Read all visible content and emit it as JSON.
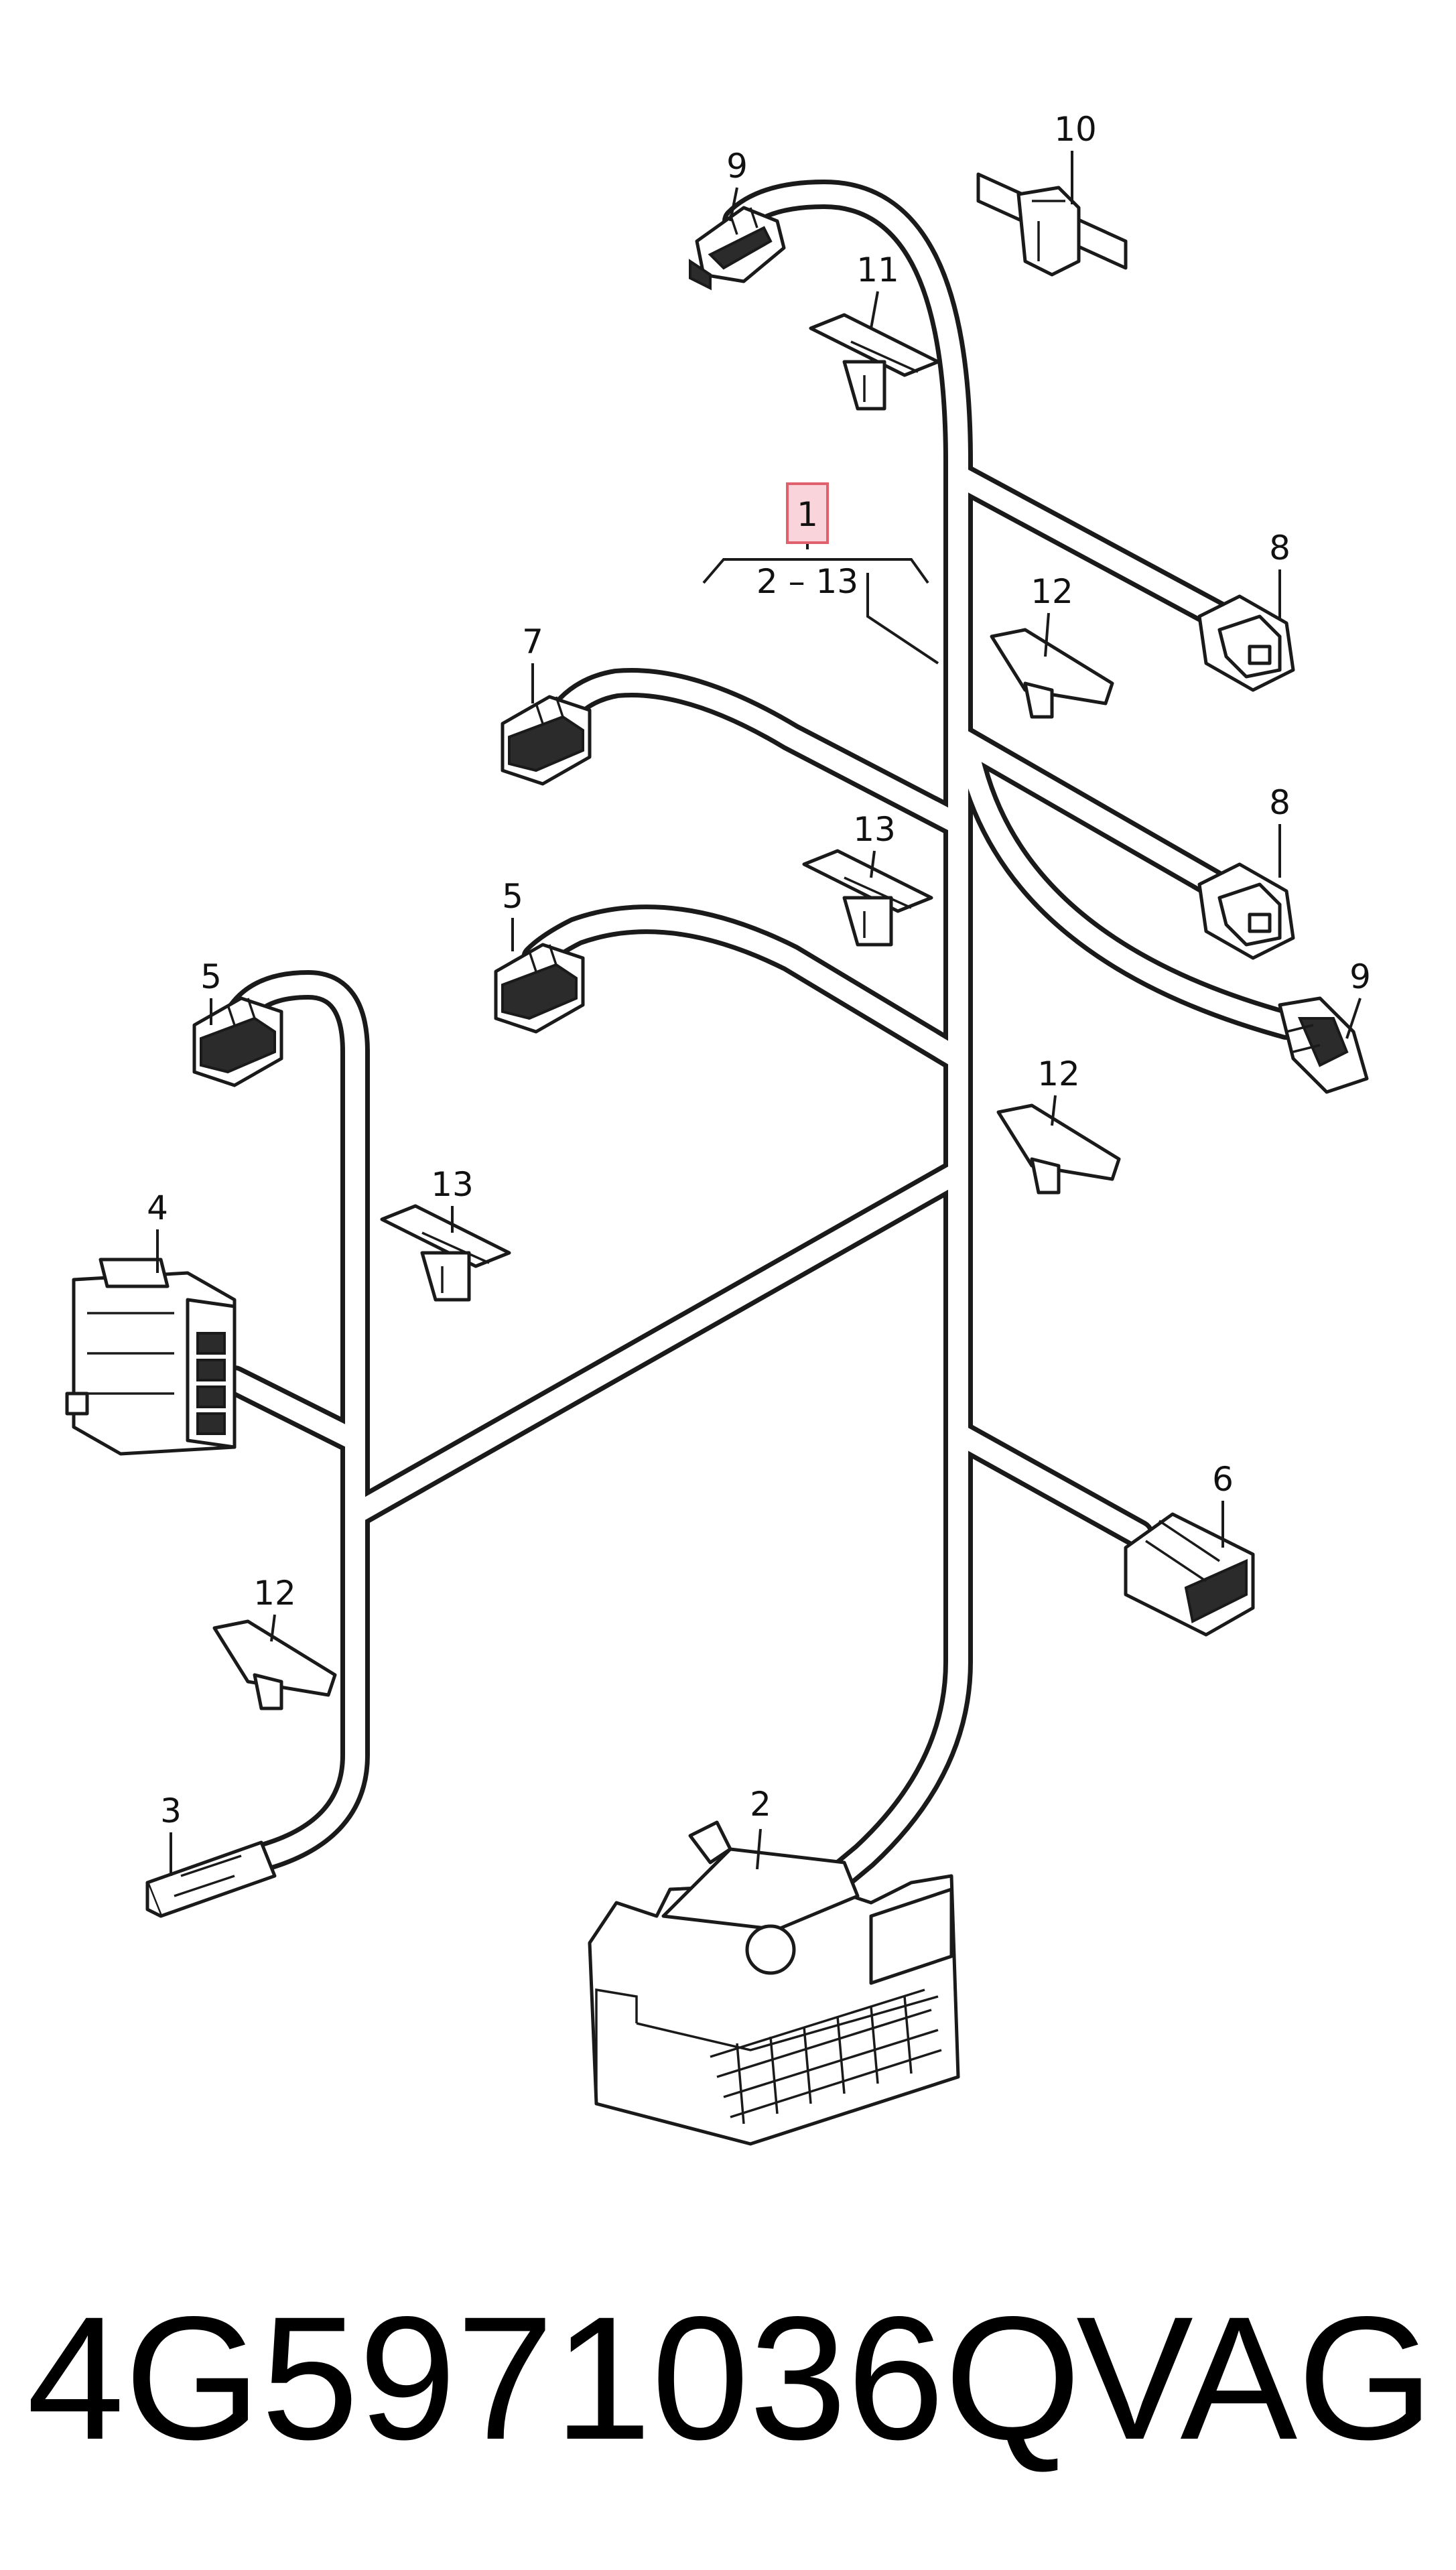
{
  "diagram": {
    "callouts": [
      {
        "id": "c1",
        "text": "1"
      },
      {
        "id": "c1range",
        "text": "2 – 13"
      },
      {
        "id": "c2",
        "text": "2"
      },
      {
        "id": "c3",
        "text": "3"
      },
      {
        "id": "c4",
        "text": "4"
      },
      {
        "id": "c5a",
        "text": "5"
      },
      {
        "id": "c5b",
        "text": "5"
      },
      {
        "id": "c6",
        "text": "6"
      },
      {
        "id": "c7",
        "text": "7"
      },
      {
        "id": "c8a",
        "text": "8"
      },
      {
        "id": "c8b",
        "text": "8"
      },
      {
        "id": "c9a",
        "text": "9"
      },
      {
        "id": "c9b",
        "text": "9"
      },
      {
        "id": "c10",
        "text": "10"
      },
      {
        "id": "c11",
        "text": "11"
      },
      {
        "id": "c12a",
        "text": "12"
      },
      {
        "id": "c12b",
        "text": "12"
      },
      {
        "id": "c12c",
        "text": "12"
      },
      {
        "id": "c13a",
        "text": "13"
      },
      {
        "id": "c13b",
        "text": "13"
      }
    ],
    "highlight_color": "#f9d4da"
  },
  "footer": {
    "part_number": "4G5971036Q",
    "brand": "VAG"
  }
}
